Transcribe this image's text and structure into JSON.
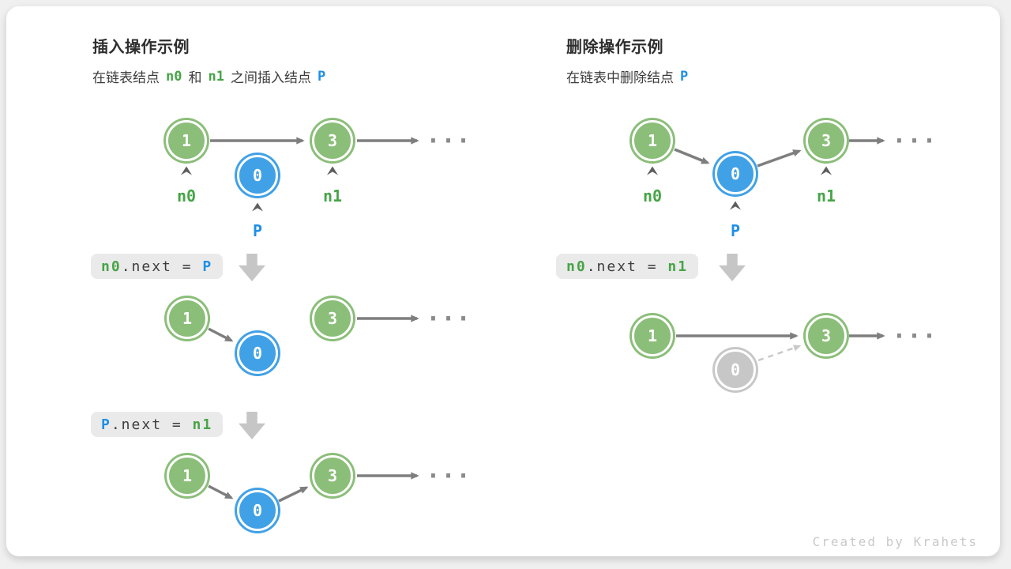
{
  "credit": "Created by Krahets",
  "ellipsis": "...",
  "insert": {
    "title": "插入操作示例",
    "subtitle": {
      "pre": "在链表结点",
      "n0": "n0",
      "and": "和",
      "n1": "n1",
      "post": "之间插入结点",
      "p": "P"
    },
    "pointers": {
      "n0": "n0",
      "n1": "n1",
      "p": "P"
    },
    "code1": {
      "lhs": "n0",
      "mid": ".next = ",
      "rhs": "P"
    },
    "code2": {
      "lhs": "P",
      "mid": ".next = ",
      "rhs": "n1"
    },
    "row1": {
      "v1": "1",
      "vp": "0",
      "v3": "3"
    },
    "row2": {
      "v1": "1",
      "vp": "0",
      "v3": "3"
    },
    "row3": {
      "v1": "1",
      "vp": "0",
      "v3": "3"
    }
  },
  "remove": {
    "title": "删除操作示例",
    "subtitle": {
      "pre": "在链表中删除结点",
      "p": "P"
    },
    "pointers": {
      "n0": "n0",
      "n1": "n1",
      "p": "P"
    },
    "code1": {
      "lhs": "n0",
      "mid": ".next = ",
      "rhs": "n1"
    },
    "row1": {
      "v1": "1",
      "vp": "0",
      "v3": "3"
    },
    "row2": {
      "v1": "1",
      "vp": "0",
      "v3": "3"
    }
  }
}
